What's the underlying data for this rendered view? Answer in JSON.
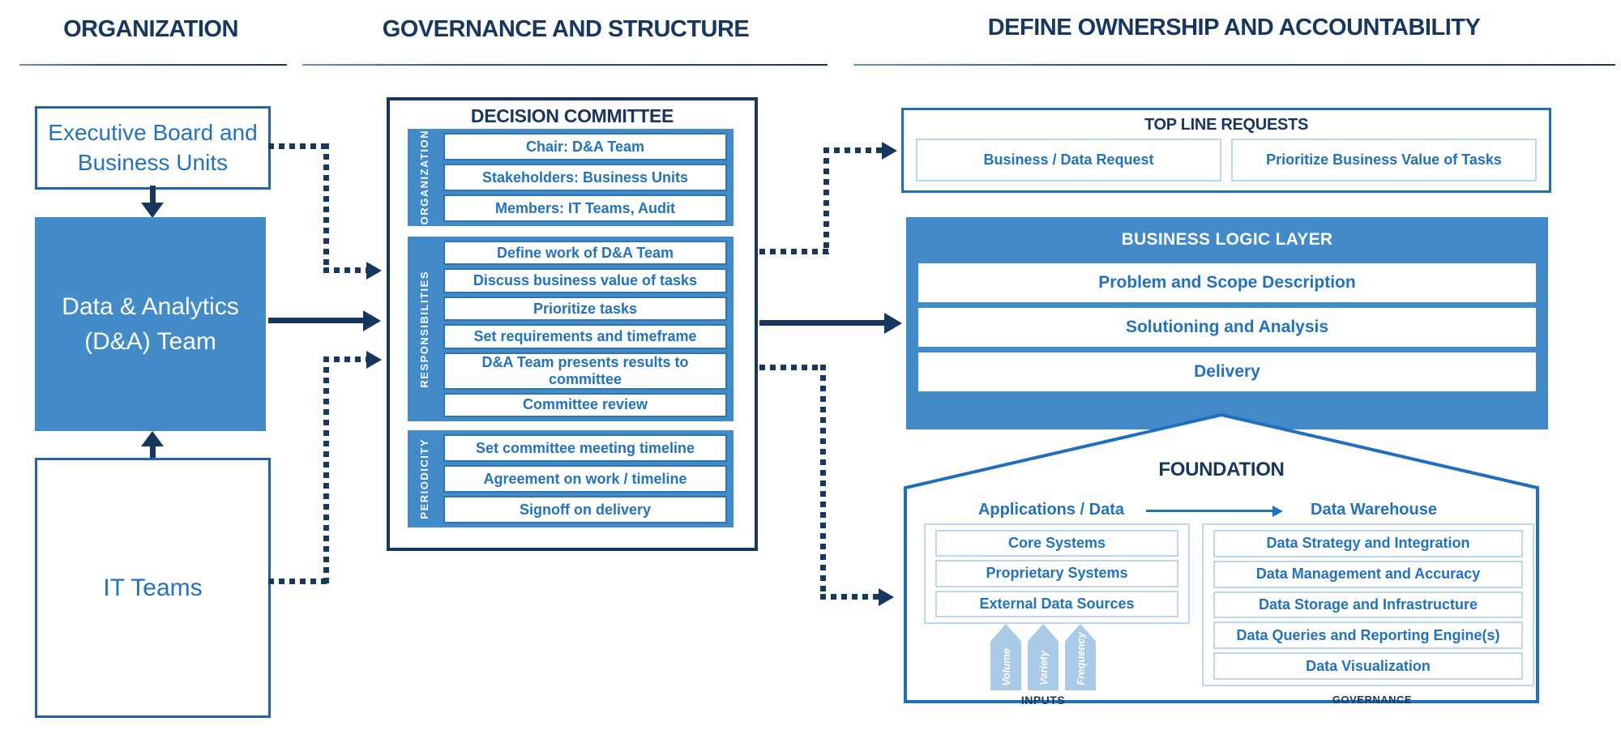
{
  "sections": [
    {
      "title": "ORGANIZATION"
    },
    {
      "title": "GOVERNANCE AND STRUCTURE"
    },
    {
      "title": "DEFINE OWNERSHIP AND ACCOUNTABILITY"
    }
  ],
  "organization": {
    "executive_box": "Executive Board and Business Units",
    "dna_box": "Data & Analytics (D&A) Team",
    "it_box": "IT Teams"
  },
  "committee": {
    "title": "DECISION COMMITTEE",
    "groups": [
      {
        "label": "ORGANIZATION",
        "rows": [
          "Chair: D&A Team",
          "Stakeholders: Business Units",
          "Members: IT Teams, Audit"
        ]
      },
      {
        "label": "RESPONSIBILITIES",
        "rows": [
          "Define work of D&A Team",
          "Discuss business value of tasks",
          "Prioritize tasks",
          "Set requirements and timeframe",
          "D&A Team presents results to committee",
          "Committee review"
        ]
      },
      {
        "label": "PERIODICITY",
        "rows": [
          "Set committee meeting timeline",
          "Agreement on work / timeline",
          "Signoff on delivery"
        ]
      }
    ]
  },
  "top_line_requests": {
    "title": "TOP LINE REQUESTS",
    "items": [
      "Business / Data Request",
      "Prioritize Business Value of Tasks"
    ]
  },
  "business_logic_layer": {
    "title": "BUSINESS LOGIC LAYER",
    "rows": [
      "Problem and Scope Description",
      "Solutioning and Analysis",
      "Delivery"
    ]
  },
  "foundation": {
    "title": "FOUNDATION",
    "applications_label": "Applications / Data",
    "warehouse_label": "Data Warehouse",
    "inputs": {
      "rows": [
        "Core Systems",
        "Proprietary Systems",
        "External Data Sources"
      ],
      "arrows": [
        "Volume",
        "Variety",
        "Frequency"
      ],
      "caption": "INPUTS"
    },
    "governance": {
      "rows": [
        "Data Strategy and Integration",
        "Data Management and Accuracy",
        "Data Storage and Infrastructure",
        "Data Queries and Reporting Engine(s)",
        "Data Visualization"
      ],
      "caption": "GOVERNANCE"
    }
  },
  "colors": {
    "navy": "#17375E",
    "medium_blue": "#428AC8",
    "border_blue": "#1F6FC0",
    "text_blue": "#2272BE",
    "pale_blue_border": "#BDD7EE",
    "light_blue_arrow": "#A9CBE8"
  }
}
